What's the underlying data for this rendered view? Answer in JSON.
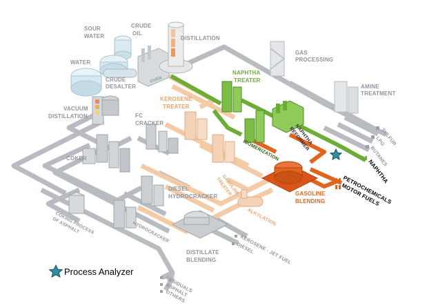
{
  "labels": {
    "sour_water": [
      "SOUR",
      "WATER"
    ],
    "crude_oil": [
      "CRUDE",
      "OIL"
    ],
    "distillation": "DISTILLATION",
    "water": "WATER",
    "crude_desalter": [
      "CRUDE",
      "DESALTER"
    ],
    "oven": "OVEN",
    "vacuum_distillation": [
      "VACUUM",
      "DISTILLATION"
    ],
    "gas_processing": [
      "GAS",
      "PROCESSING"
    ],
    "naphtha_treater": [
      "NAPHTHA",
      "TREATER"
    ],
    "kerosene_treater": [
      "KEROSENE",
      "TREATER"
    ],
    "amine_treatment": [
      "AMINE",
      "TREATMENT"
    ],
    "fc_cracker": [
      "FC",
      "CRACKER"
    ],
    "isomerization": "ISOMERIZATION",
    "naphtha_reformer": [
      "NAPHTHA",
      "REFORMER"
    ],
    "coker": "COKER",
    "gasoline_treater": [
      "GASOLINE",
      "TREATER"
    ],
    "gasoline_blending": [
      "GASOLINE",
      "BLENDING"
    ],
    "diesel_hydrocracker": [
      "DIESEL",
      "HYDROCRACKER"
    ],
    "coking_process": [
      "COKING PROCESS",
      "OF ASPHALT"
    ],
    "hydrocracker": "HYDROCRACKER",
    "alkylation": "ALKYLATION",
    "distillate_blending": [
      "DISTILLATE",
      "BLENDING"
    ]
  },
  "outputs": {
    "sulfur": "SULFUR",
    "lpg": "LPG",
    "butanes": "BUTANES",
    "naphtha": "NAPHTHA",
    "petrochemicals": "PETROCHEMICALS",
    "motor_fuels": "MOTOR FUELS",
    "kerosene_jet_fuel": "KEROSENE - JET FUEL",
    "diesel": "DIESEL",
    "residuals": "RESIDUALS",
    "asphalt": "ASPHALT",
    "others": "OTHERS"
  },
  "legend": {
    "label": "Process Analyzer",
    "icon": "star-icon"
  },
  "colors": {
    "gray_pipe": "#b3b7bb",
    "gray_text": "#8f959c",
    "orange_pipe": "#f3c9a4",
    "orange_text": "#e6a46e",
    "green": "#6cad36",
    "dark_orange": "#e0651e",
    "analyzer_star": "#2f8fa0"
  }
}
